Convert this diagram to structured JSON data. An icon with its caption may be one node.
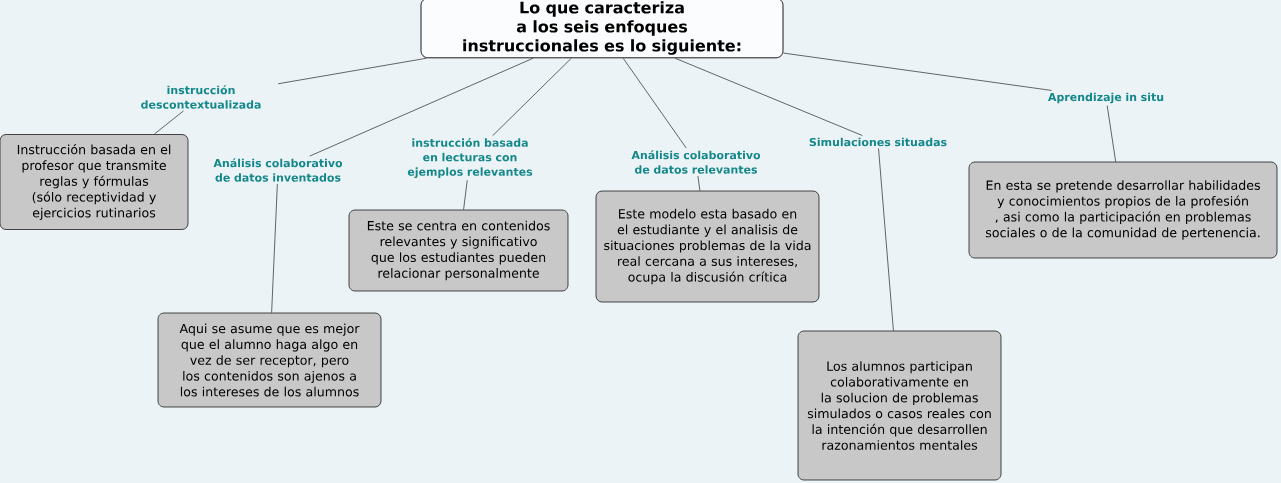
{
  "diagram": {
    "nodes": [
      {
        "text": [
          "Lo que caracteriza a los seis enfoques instruccionales es lo siguiente:"
        ]
      },
      {
        "text": [
          "instrucción descontextualizada"
        ]
      },
      {
        "text": [
          "Instrucción basada en el profesor que transmite reglas y fórmulas (sólo receptividad y ejercicios rutinarios"
        ]
      },
      {
        "text": [
          "Análisis colaborativo de datos inventados"
        ]
      },
      {
        "text": [
          "Aqui se asume que es mejor que el alumno haga algo en vez de ser receptor, pero los contenidos son ajenos a los intereses de los alumnos"
        ]
      },
      {
        "text": [
          "instrucción basada en lecturas con ejemplos relevantes"
        ]
      },
      {
        "text": [
          "Este se centra en contenidos relevantes y significativo que los estudiantes pueden relacionar personalmente"
        ]
      },
      {
        "text": [
          "Análisis colaborativo de datos relevantes"
        ]
      },
      {
        "text": [
          "Este modelo esta basado en el estudiante y el analisis de situaciones problemas de la vida real cercana a sus intereses, ocupa la discusión crítica"
        ]
      },
      {
        "text": [
          "Simulaciones situadas"
        ]
      },
      {
        "text": [
          "Los alumnos participan colaborativamente en la solucion de problemas simulados o casos reales con la intención que desarrollen razonamientos mentales"
        ]
      },
      {
        "text": [
          "Aprendizaje in situ"
        ]
      },
      {
        "text": [
          "En esta se pretende desarrollar habilidades y conocimientos propios de la profesión , asi como la participación en problemas sociales o de la comunidad de pertenencia."
        ]
      }
    ],
    "edges": [
      {
        "from": 0,
        "to": 1,
        "arrow": "none"
      },
      {
        "from": 1,
        "to": 2,
        "arrow": "none"
      },
      {
        "from": 0,
        "to": 3,
        "arrow": "none"
      },
      {
        "from": 3,
        "to": 4,
        "arrow": "none"
      },
      {
        "from": 0,
        "to": 5,
        "arrow": "none"
      },
      {
        "from": 5,
        "to": 6,
        "arrow": "none"
      },
      {
        "from": 0,
        "to": 7,
        "arrow": "none"
      },
      {
        "from": 7,
        "to": 8,
        "arrow": "none"
      },
      {
        "from": 0,
        "to": 9,
        "arrow": "none"
      },
      {
        "from": 9,
        "to": 10,
        "arrow": "none"
      },
      {
        "from": 0,
        "to": 11,
        "arrow": "none"
      },
      {
        "from": 11,
        "to": 12,
        "arrow": "none"
      }
    ]
  }
}
